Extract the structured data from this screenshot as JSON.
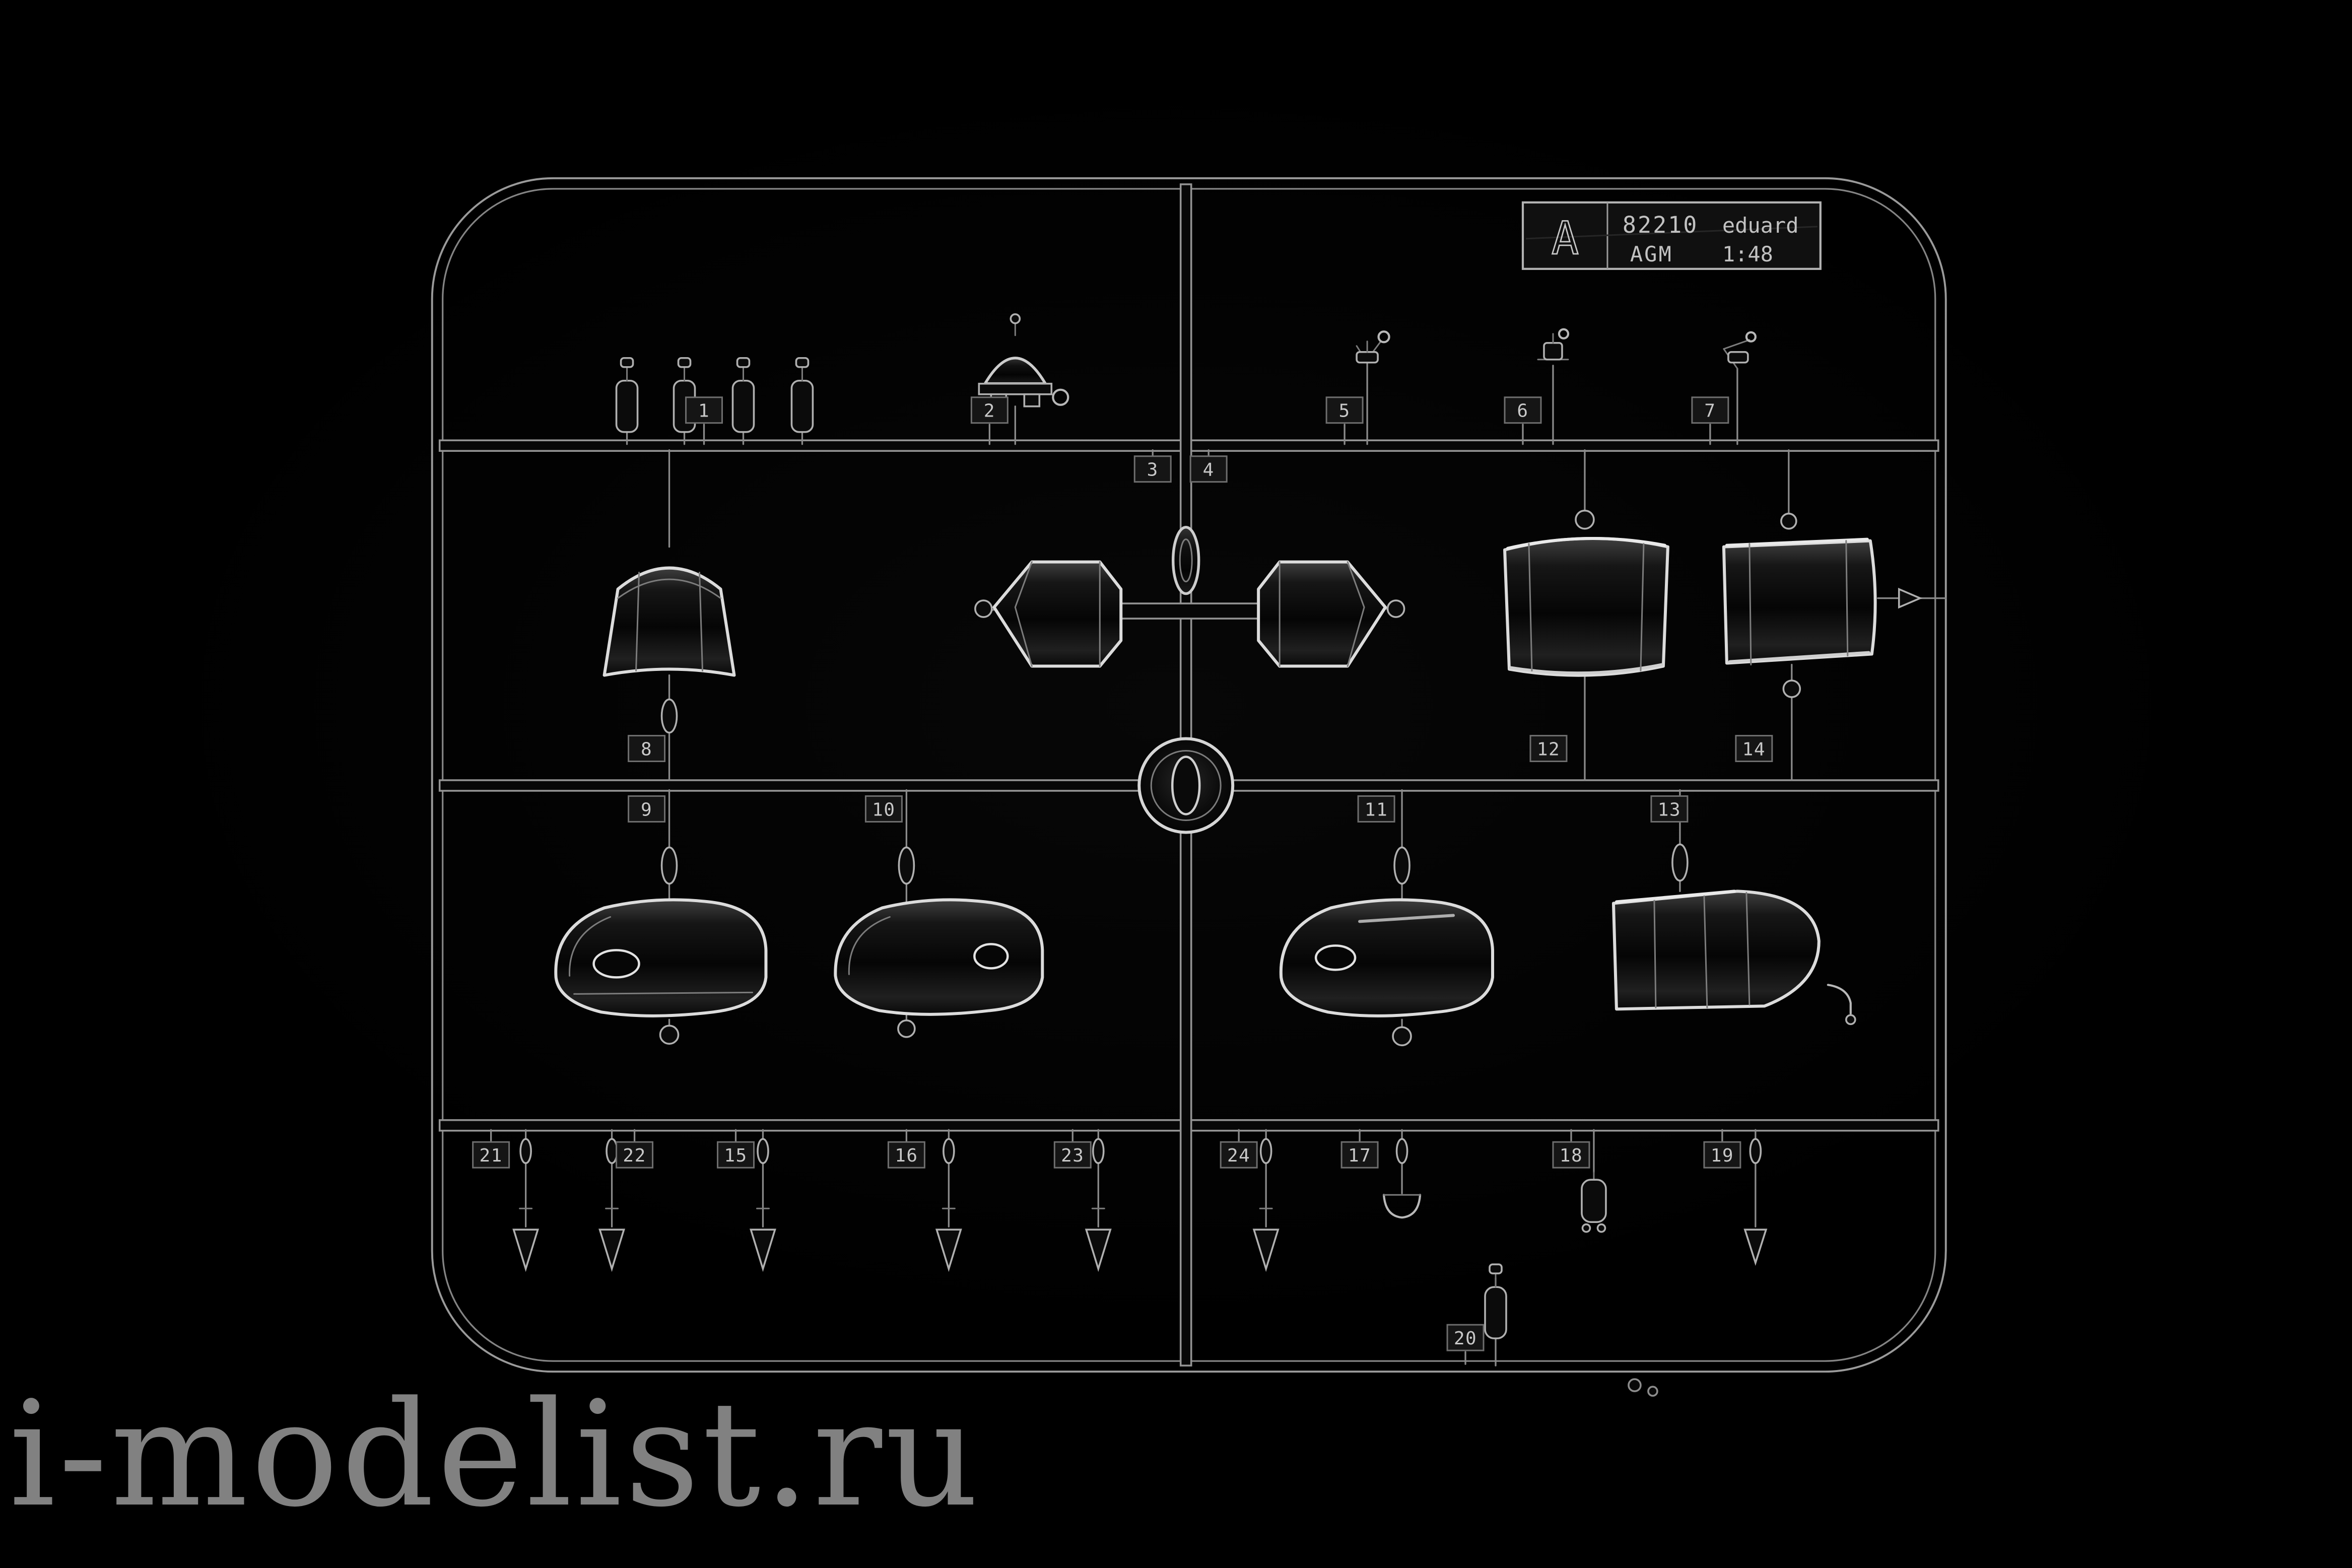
{
  "colors": {
    "background": "#000000",
    "plastic_highlight": "#c9c9c9",
    "tag_text": "#c8c8c8",
    "watermark": "#8d8d8d"
  },
  "label_plate": {
    "sprue_letter": "A",
    "kit_number": "82210",
    "brand": "eduard",
    "product_code": "AGM",
    "scale": "1:48"
  },
  "watermark": {
    "text": "i-modelist.ru"
  },
  "part_numbers": [
    "1",
    "2",
    "3",
    "4",
    "5",
    "6",
    "7",
    "8",
    "9",
    "10",
    "11",
    "12",
    "13",
    "14",
    "15",
    "16",
    "17",
    "18",
    "19",
    "20",
    "21",
    "22",
    "23",
    "24"
  ]
}
